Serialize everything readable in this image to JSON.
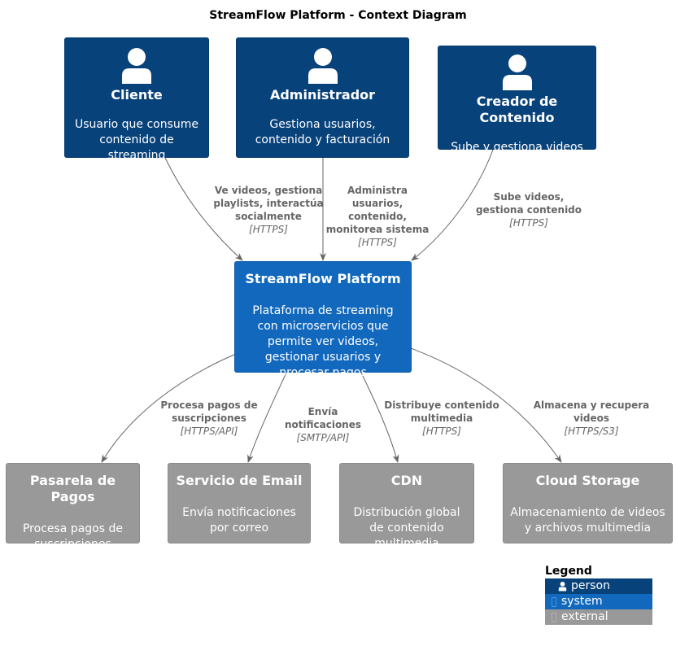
{
  "title": "StreamFlow Platform - Context Diagram",
  "colors": {
    "person": "#08427b",
    "system": "#1168bd",
    "external": "#999999",
    "edge": "#666666"
  },
  "nodes": {
    "cliente": {
      "name": "Cliente",
      "desc": "Usuario que consume contenido de streaming",
      "icon": "person-icon"
    },
    "administrador": {
      "name": "Administrador",
      "desc": "Gestiona usuarios, contenido y facturación",
      "icon": "person-icon"
    },
    "creador": {
      "name": "Creador de Contenido",
      "desc": "Sube y gestiona videos",
      "icon": "person-icon"
    },
    "platform": {
      "name": "StreamFlow Platform",
      "desc": "Plataforma de streaming con microservicios que permite ver videos, gestionar usuarios y procesar pagos"
    },
    "pagos": {
      "name": "Pasarela de Pagos",
      "desc": "Procesa pagos de suscripciones"
    },
    "email": {
      "name": "Servicio de Email",
      "desc": "Envía notificaciones por correo"
    },
    "cdn": {
      "name": "CDN",
      "desc": "Distribución global de contenido multimedia"
    },
    "storage": {
      "name": "Cloud Storage",
      "desc": "Almacenamiento de videos y archivos multimedia"
    }
  },
  "edges": {
    "cliente": {
      "label": "Ve videos, gestiona playlists, interactúa socialmente",
      "protocol": "[HTTPS]"
    },
    "administrador": {
      "label": "Administra usuarios, contenido, monitorea sistema",
      "protocol": "[HTTPS]"
    },
    "creador": {
      "label": "Sube videos, gestiona contenido",
      "protocol": "[HTTPS]"
    },
    "pagos": {
      "label": "Procesa pagos de suscripciones",
      "protocol": "[HTTPS/API]"
    },
    "email": {
      "label": "Envía notificaciones",
      "protocol": "[SMTP/API]"
    },
    "cdn": {
      "label": "Distribuye contenido multimedia",
      "protocol": "[HTTPS]"
    },
    "storage": {
      "label": "Almacena y recupera videos",
      "protocol": "[HTTPS/S3]"
    }
  },
  "legend": {
    "title": "Legend",
    "items": {
      "person": "person",
      "system": "system",
      "external": "external system"
    }
  }
}
